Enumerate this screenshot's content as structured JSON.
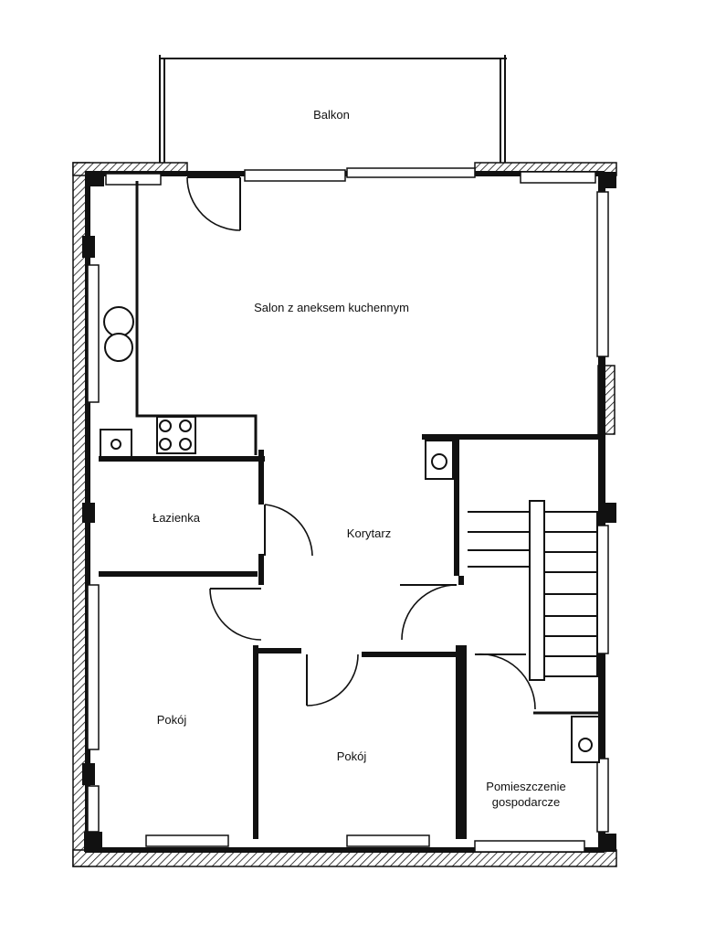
{
  "rooms": {
    "balcony": "Balkon",
    "living": "Salon z aneksem kuchennym",
    "bathroom": "Łazienka",
    "corridor": "Korytarz",
    "room_left": "Pokój",
    "room_center": "Pokój",
    "utility_line1": "Pomieszczenie",
    "utility_line2": "gospodarcze"
  },
  "colors": {
    "line": "#111111",
    "background": "#ffffff"
  }
}
